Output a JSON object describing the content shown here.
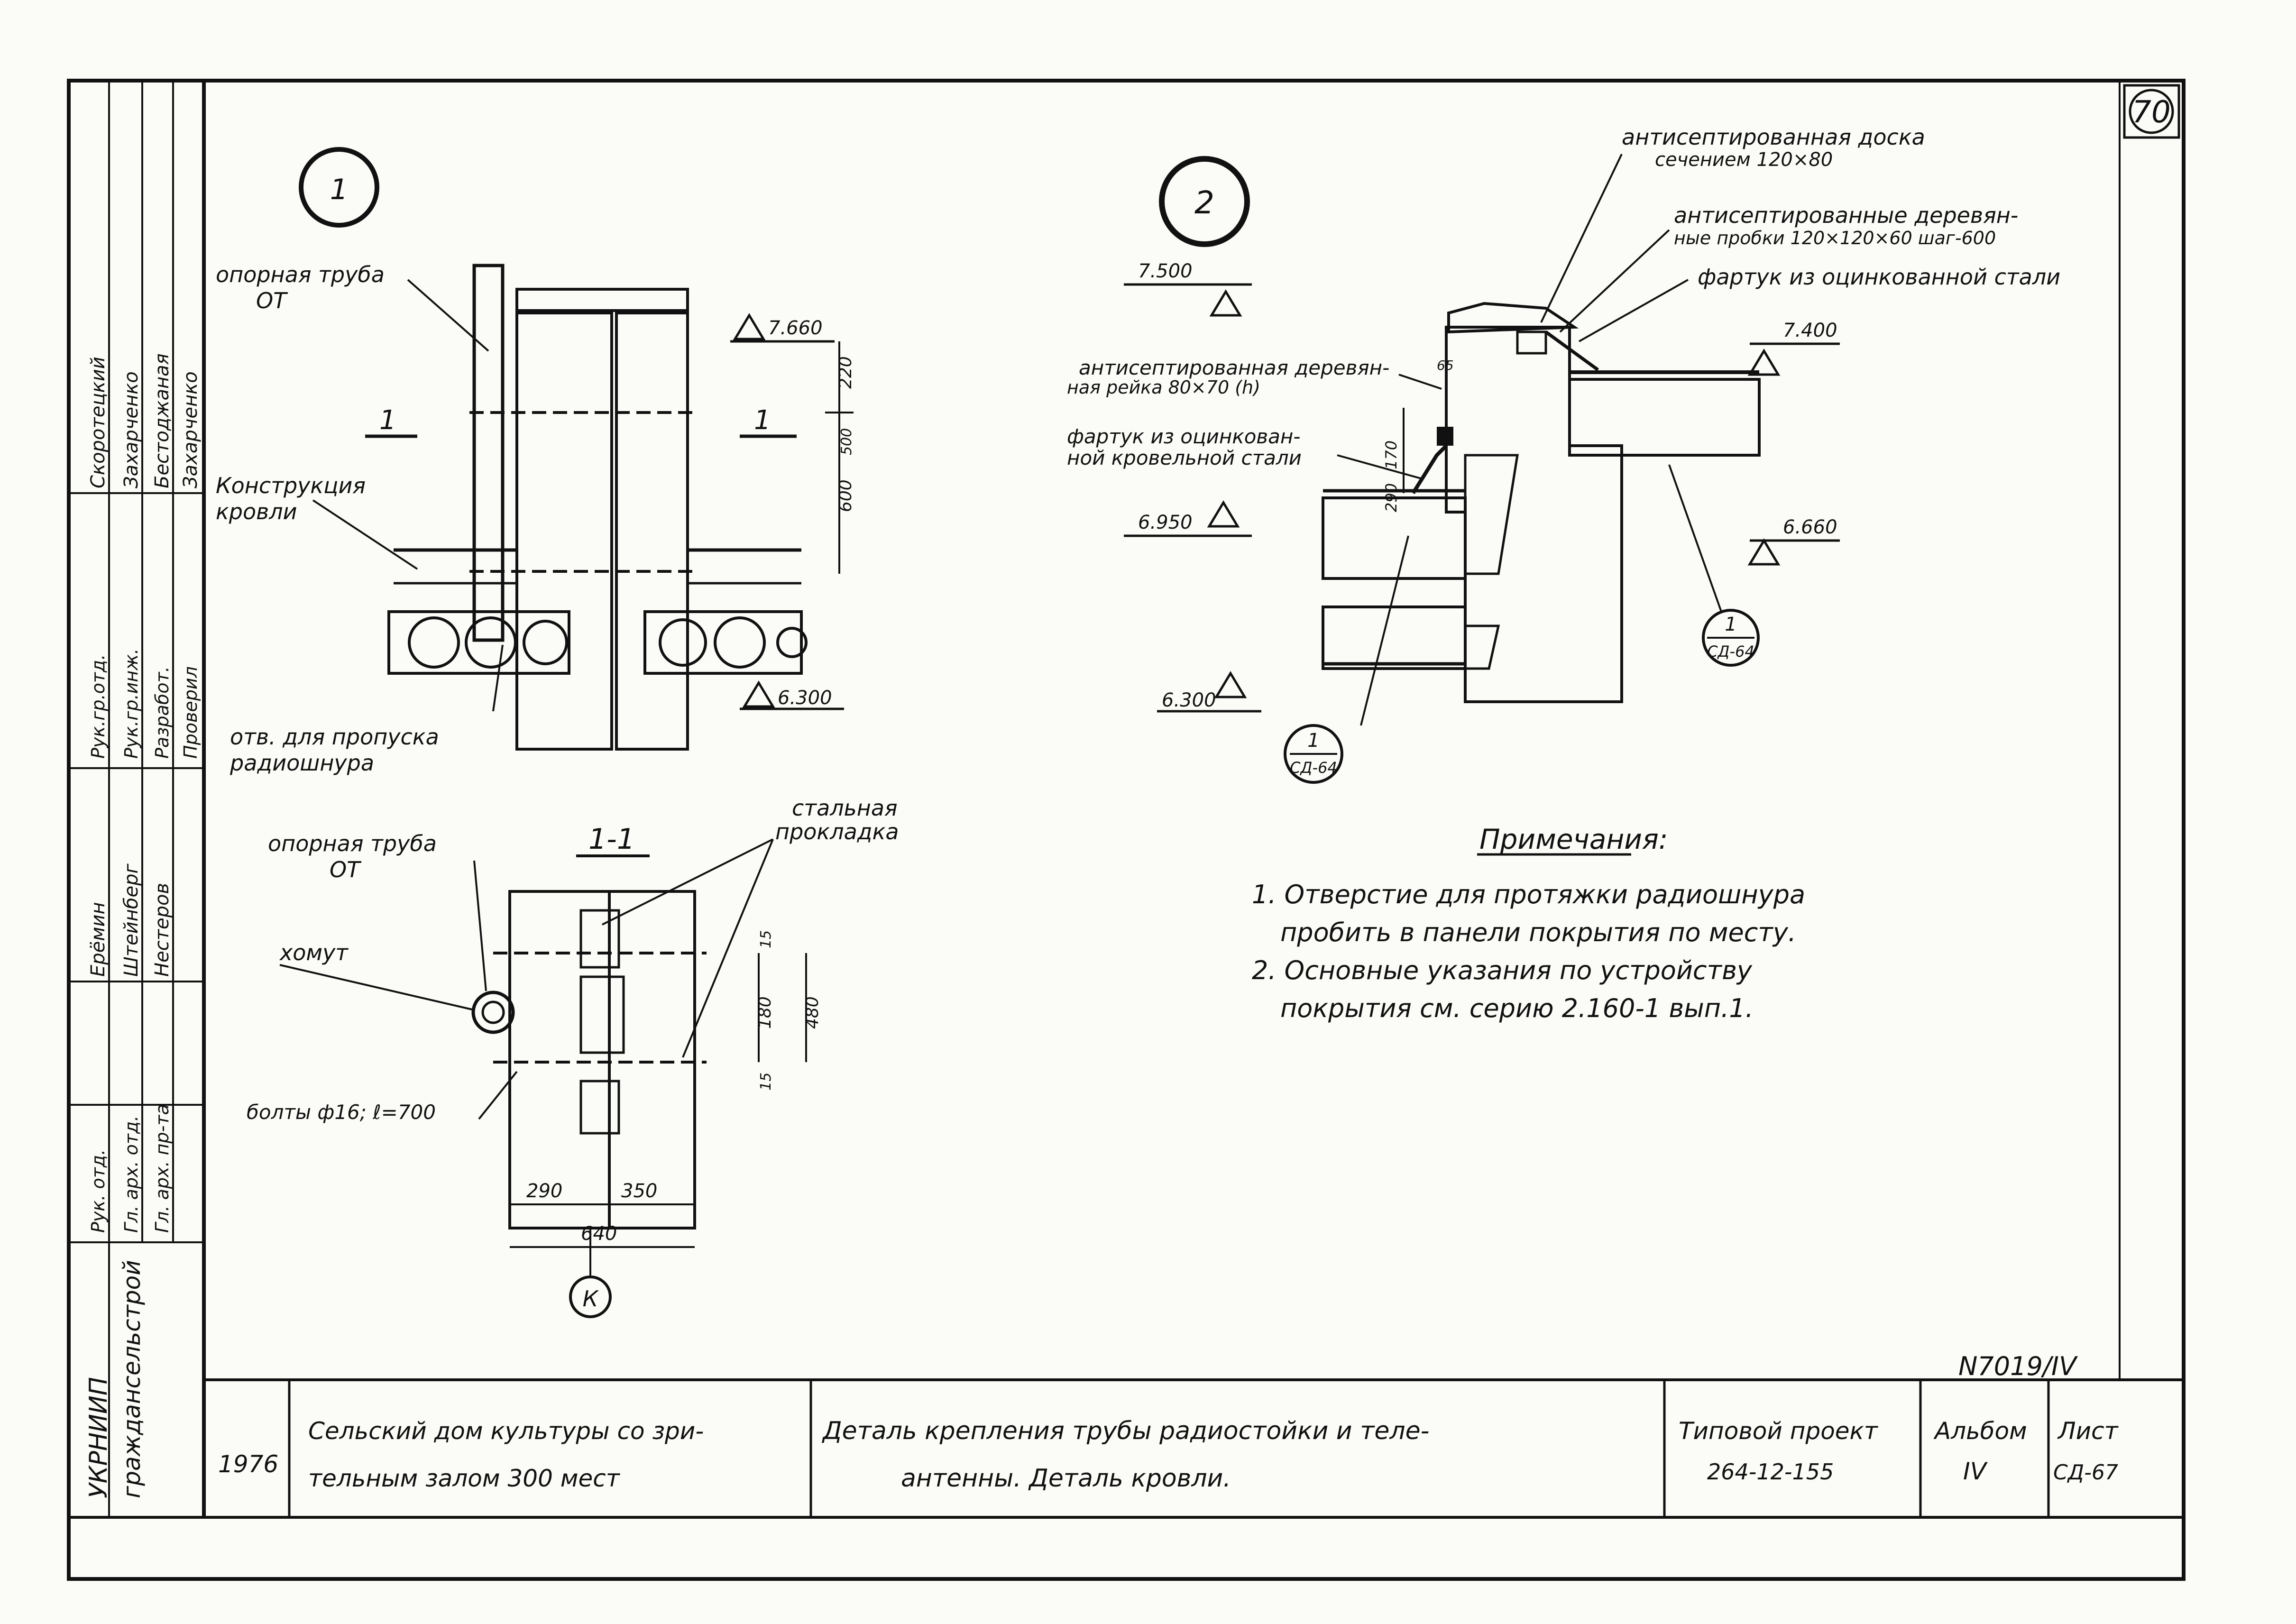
{
  "sheet_number": "70",
  "detail1": {
    "marker": "1",
    "labels": {
      "pipe": "опорная труба",
      "pipe_sub": "ОТ",
      "roof": "Конструкция",
      "roof_sub": "кровли",
      "hole": "отв. для пропуска",
      "hole_sub": "радиошнура"
    },
    "section_marks": [
      "1",
      "1"
    ],
    "elevations": [
      "7.660",
      "6.300"
    ],
    "dims": [
      "220",
      "600",
      "500"
    ]
  },
  "section11": {
    "title": "1-1",
    "labels": {
      "pipe": "опорная труба",
      "pipe_sub": "ОТ",
      "clamp": "хомут",
      "bolts": "болты ф16; ℓ=700",
      "steel": "стальная",
      "steel_sub": "прокладка"
    },
    "dims": [
      "290",
      "350",
      "640",
      "180",
      "480",
      "15",
      "15"
    ],
    "axis": "К"
  },
  "detail2": {
    "marker": "2",
    "labels": {
      "board": "антисептированная доска",
      "board_sub": "сечением 120×80",
      "plugs": "антисептированные деревян-",
      "plugs_sub": "ные пробки 120×120×60 шаг-600",
      "apron_top": "фартук из оцинкованной стали",
      "rail": "антисептированная деревян-",
      "rail_sub": "ная рейка 80×70 (h)",
      "apron": "фартук из оцинкован-",
      "apron_sub": "ной кровельной стали"
    },
    "elevations": [
      "7.500",
      "7.400",
      "6.950",
      "6.660",
      "6.300"
    ],
    "dims": [
      "170",
      "290",
      "65"
    ],
    "refs": [
      {
        "num": "1",
        "sheet": "СД-64"
      },
      {
        "num": "1",
        "sheet": "СД-64"
      }
    ]
  },
  "notes": {
    "title": "Примечания:",
    "items": [
      "1. Отверстие для протяжки радиошнура",
      "пробить в панели покрытия по месту.",
      "2. Основные указания по устройству",
      "покрытия см. серию 2.160-1 вып.1."
    ]
  },
  "doc_number": "N7019/IV",
  "stamp": {
    "org": "УКРНИИП",
    "org_sub": "гражданcельстрой",
    "year": "1976",
    "object_line1": "Сельский дом культуры со зри-",
    "object_line2": "тельным залом 300 мест",
    "title_line1": "Деталь крепления трубы радиостойки и теле-",
    "title_line2": "антенны. Деталь кровли.",
    "project_label": "Типовой проект",
    "project_number": "264-12-155",
    "album_label": "Альбом",
    "album_value": "IV",
    "sheet_label": "Лист",
    "sheet_value": "СД-67"
  },
  "side_stamp": {
    "rows": [
      [
        "Рук. отд.",
        "Ерёмин",
        "Рук.гр.отд.",
        "Скоротецкий"
      ],
      [
        "Гл. арх. отд.",
        "Штейнберг",
        "Рук.гр.инж.",
        "Захарченко"
      ],
      [
        "Гл. арх. пр-та",
        "Нестеров",
        "Разработ.",
        "Бестоджаная"
      ],
      [
        "",
        "",
        "Проверил",
        "Захарченко"
      ]
    ]
  }
}
